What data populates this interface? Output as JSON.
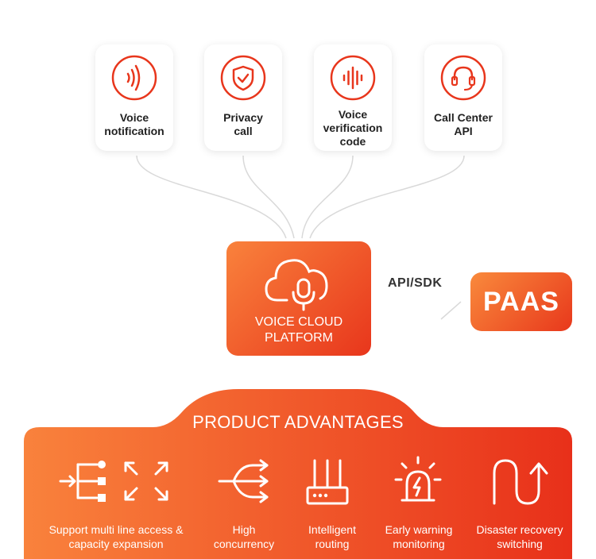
{
  "services": [
    {
      "label": "Voice\nnotification",
      "icon": "sound-waves-icon"
    },
    {
      "label": "Privacy\ncall",
      "icon": "shield-check-icon"
    },
    {
      "label": "Voice\nverification\ncode",
      "icon": "voice-waveform-icon"
    },
    {
      "label": "Call Center\nAPI",
      "icon": "headset-icon"
    }
  ],
  "platform": {
    "label": "VOICE CLOUD\nPLATFORM",
    "icon": "cloud-microphone-icon"
  },
  "api_label": "API/SDK",
  "paas_label": "PAAS",
  "advantages": {
    "title": "PRODUCT ADVANTAGES",
    "items": [
      {
        "label": "Support multi line access &\ncapacity expansion",
        "icon": "multi-line-expand-icon"
      },
      {
        "label": "High\nconcurrency",
        "icon": "branching-arrows-icon"
      },
      {
        "label": "Intelligent\nrouting",
        "icon": "router-icon"
      },
      {
        "label": "Early warning\nmonitoring",
        "icon": "alarm-light-icon"
      },
      {
        "label": "Disaster recovery\nswitching",
        "icon": "switch-back-arrow-icon"
      }
    ]
  },
  "colors": {
    "accent_light": "#f9823c",
    "accent_dark": "#e8361c",
    "ring": "#e8361c"
  }
}
